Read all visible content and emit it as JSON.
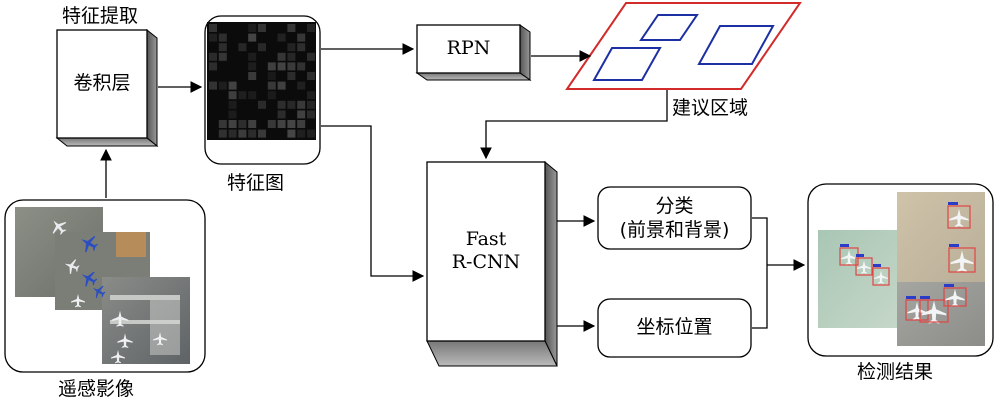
{
  "labels": {
    "feature_extraction": "特征提取",
    "conv_layer": "卷积层",
    "feature_map": "特征图",
    "remote_images": "遥感影像",
    "rpn": "RPN",
    "proposals": "建议区域",
    "fast_rcnn_line1": "Fast",
    "fast_rcnn_line2": "R-CNN",
    "classify_line1": "分类",
    "classify_line2": "(前景和背景)",
    "bbox_position": "坐标位置",
    "detection_results": "检测结果"
  },
  "colors": {
    "proposal_border": "#d22b2b",
    "proposal_boxes": "#1c2fa3",
    "detection_box": "#e04545",
    "detection_tag": "#2a3cc8"
  }
}
